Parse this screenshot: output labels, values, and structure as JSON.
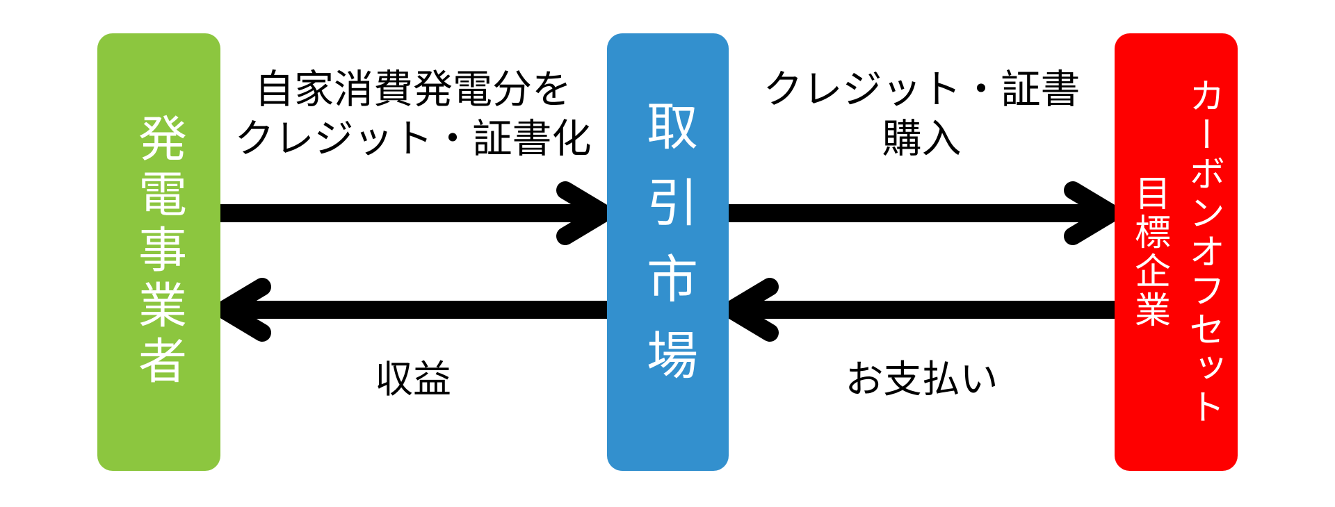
{
  "diagram": {
    "background_color": "#FFFFFF",
    "arrow_color": "#000000",
    "nodes": [
      {
        "id": "generator",
        "label": "発電事業者",
        "color": "#8CC63F",
        "text_color": "#FFFFFF"
      },
      {
        "id": "market",
        "label": "取引市場",
        "color": "#3390CE",
        "text_color": "#FFFFFF"
      },
      {
        "id": "company",
        "label_line_1": "カーボンオフセット",
        "label_line_2": "目標企業",
        "color": "#FE0000",
        "text_color": "#FFFFFF"
      }
    ],
    "edges": [
      {
        "id": "certify",
        "from": "generator",
        "to": "market",
        "direction": "right",
        "label_line_1": "自家消費発電分を",
        "label_line_2": "クレジット・証書化"
      },
      {
        "id": "purchase",
        "from": "market",
        "to": "company",
        "direction": "right",
        "label_line_1": "クレジット・証書",
        "label_line_2": "購入"
      },
      {
        "id": "revenue",
        "from": "market",
        "to": "generator",
        "direction": "left",
        "label": "収益"
      },
      {
        "id": "payment",
        "from": "company",
        "to": "market",
        "direction": "left",
        "label": "お支払い"
      }
    ]
  }
}
